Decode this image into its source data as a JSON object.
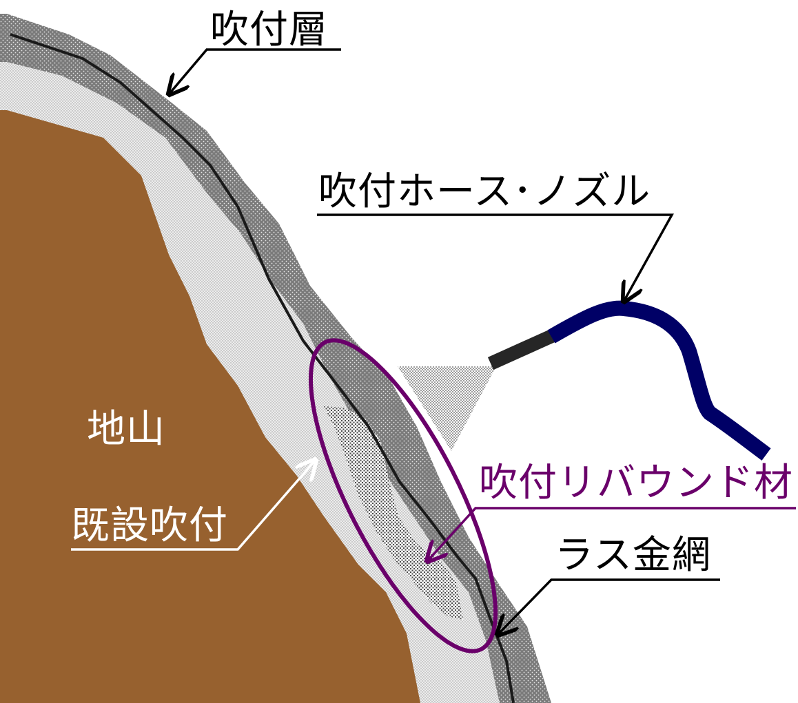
{
  "labels": {
    "shotcrete_layer": "吹付層",
    "hose_nozzle": "吹付ホース･ノズル",
    "ground": "地山",
    "existing_shotcrete": "既設吹付",
    "rebound_material": "吹付リバウンド材",
    "lath_mesh": "ラス金網"
  },
  "colors": {
    "ground": "#97612f",
    "shotcrete_layer": "#7f7f7f",
    "existing_shotcrete": "#d9d9d9",
    "hose": "#000066",
    "nozzle": "#262626",
    "highlight": "#6a006a",
    "callout_line": "#000000",
    "white_callout": "#ffffff"
  }
}
